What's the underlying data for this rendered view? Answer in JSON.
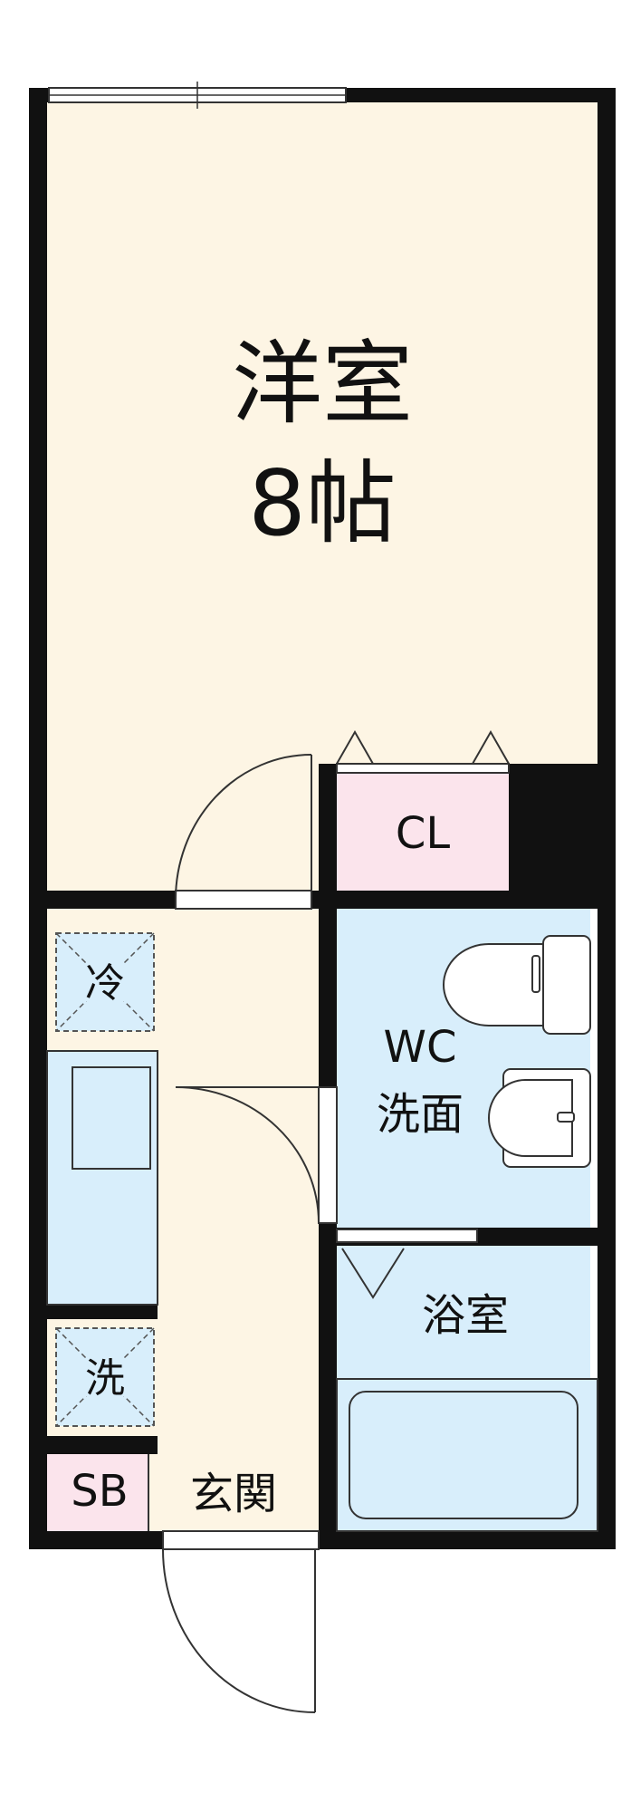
{
  "rooms": {
    "western_room": {
      "name": "洋室",
      "size": "8帖"
    },
    "closet": "CL",
    "wc_washroom": {
      "line1": "WC",
      "line2": "洗面"
    },
    "bathroom": "浴室",
    "refrigerator": "冷",
    "washer": "洗",
    "shoe_box": "SB",
    "entrance": "玄関"
  },
  "colors": {
    "wall": "#111111",
    "western_room": "#fdf5e4",
    "hallway": "#fdf5e4",
    "closet": "#fbe4ec",
    "shoe_box": "#fbe4ec",
    "wet_area": "#d8eefb",
    "fixture_line": "#333333"
  }
}
